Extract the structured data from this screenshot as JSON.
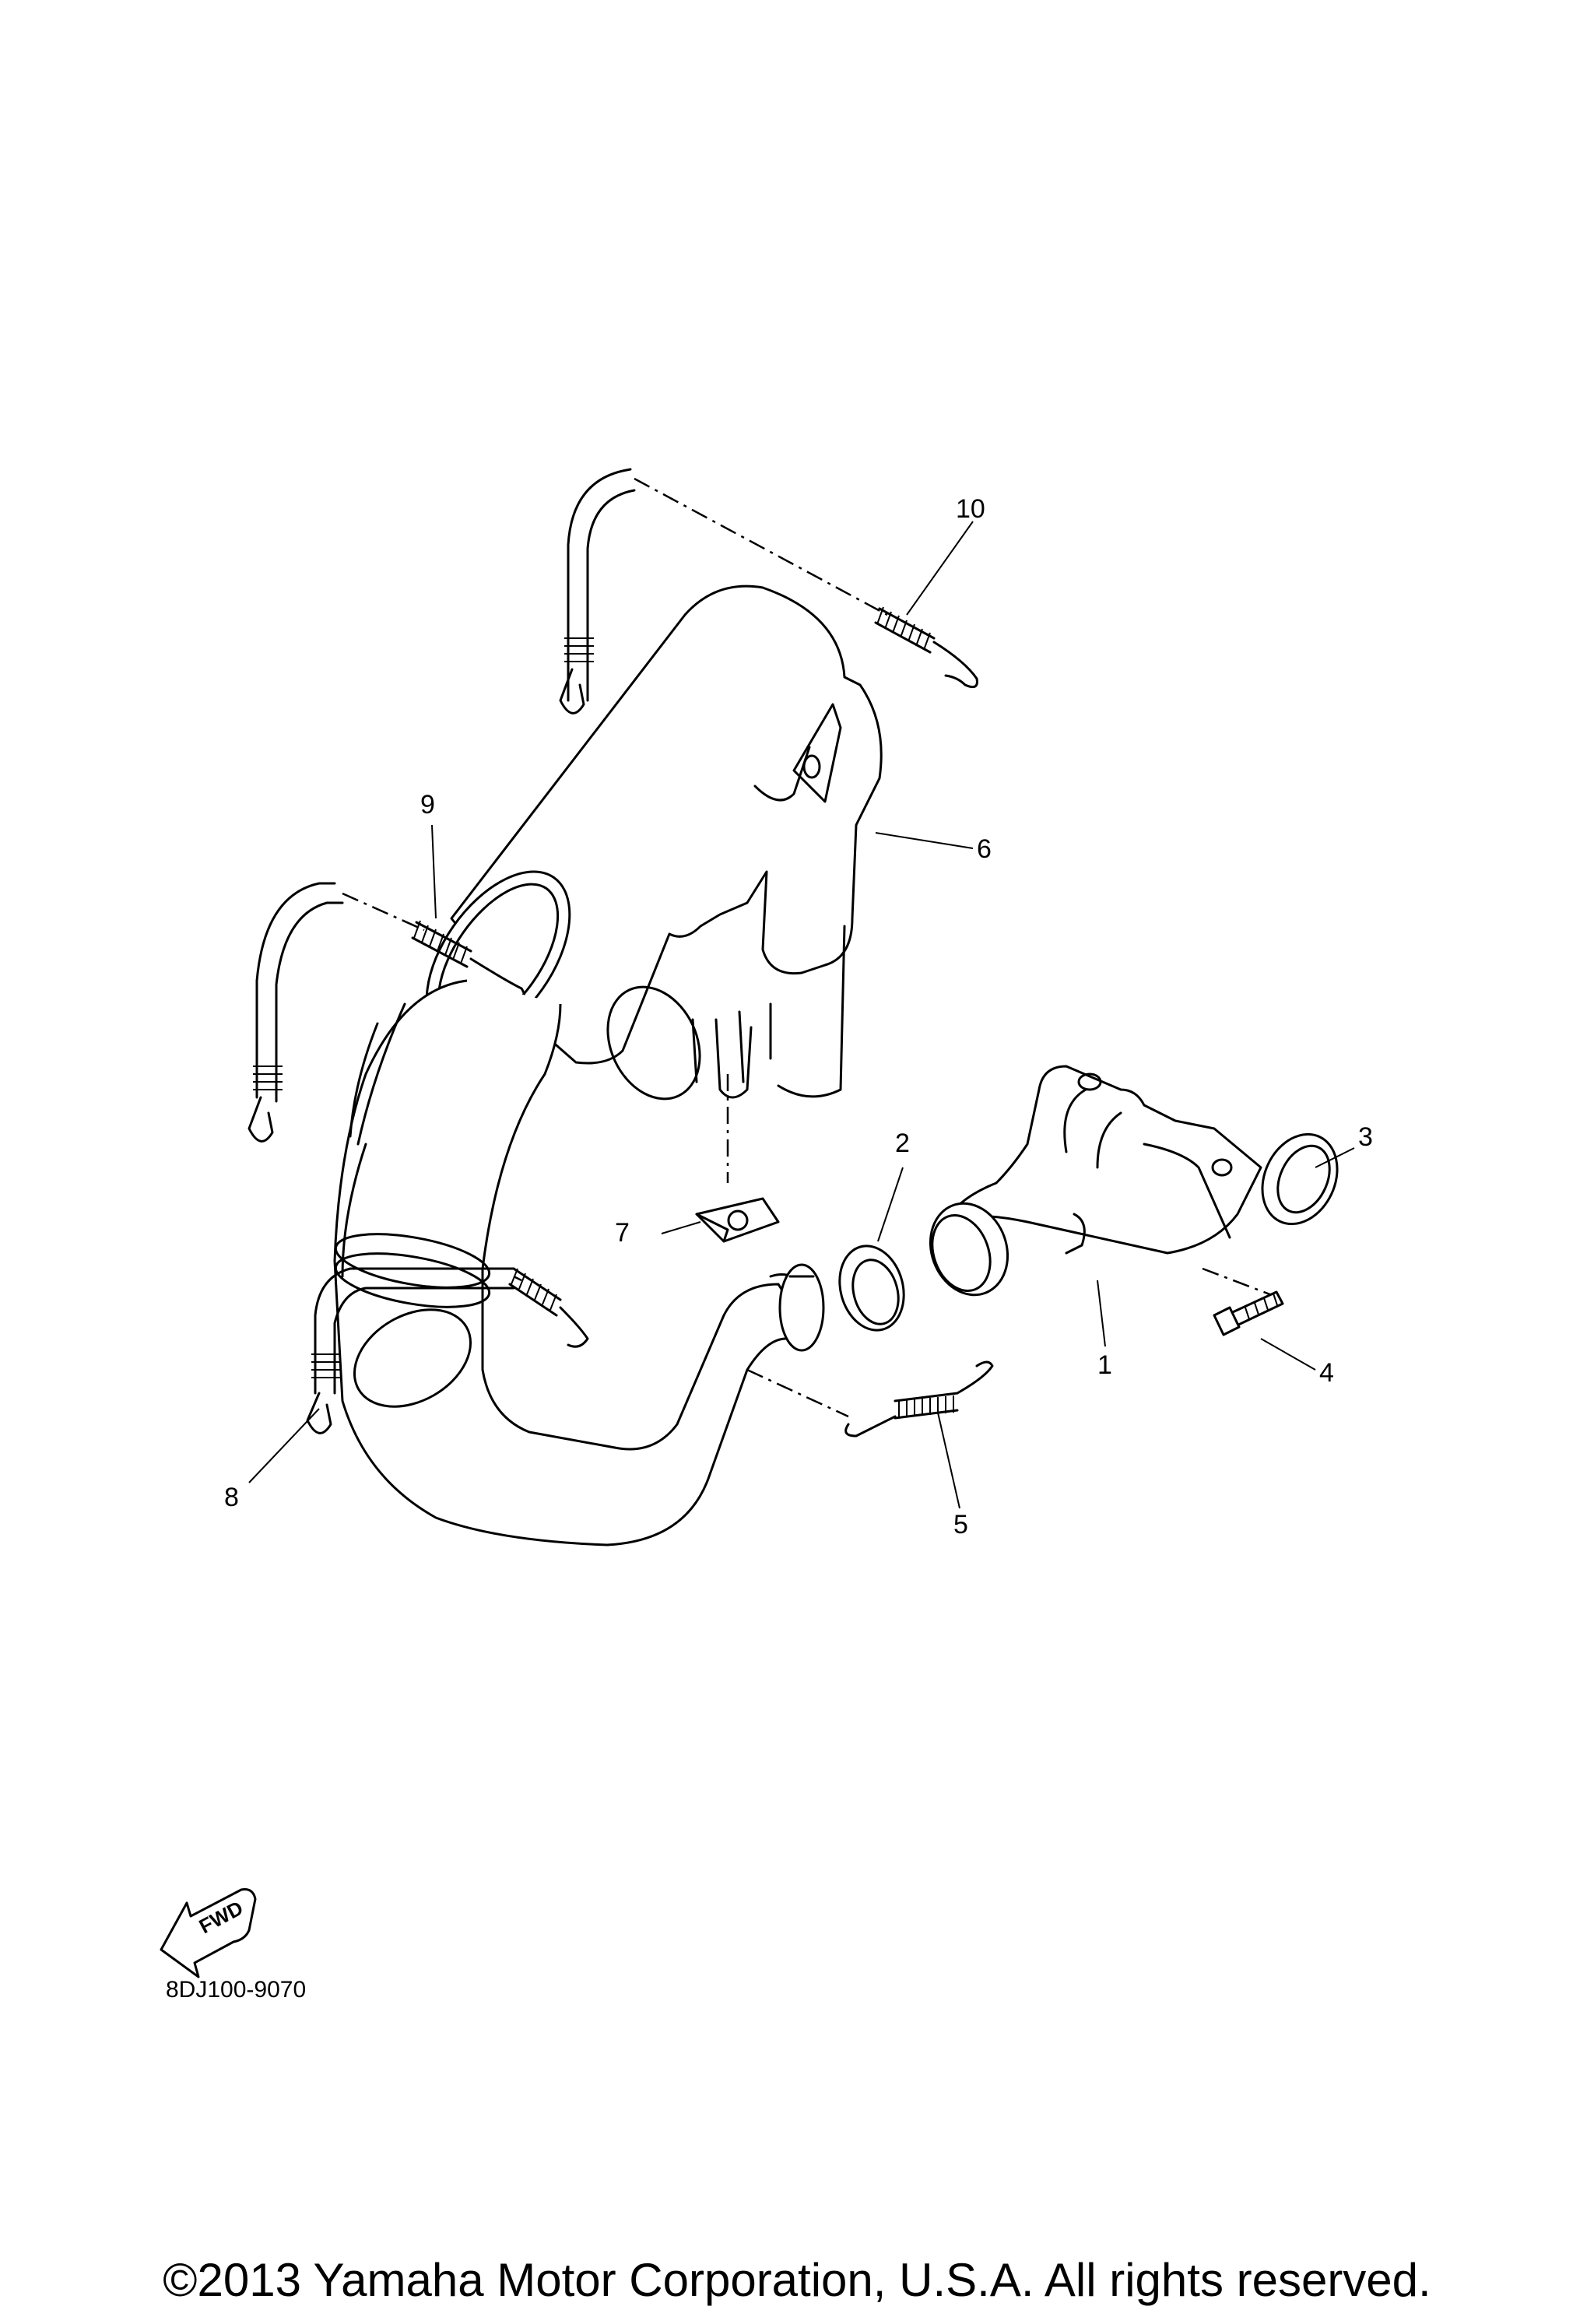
{
  "diagram": {
    "callouts": [
      "1",
      "2",
      "3",
      "4",
      "5",
      "6",
      "7",
      "8",
      "9",
      "10"
    ],
    "fwd_label": "FWD",
    "drawing_code": "8DJ100-9070",
    "copyright": "©2013 Yamaha Motor Corporation, U.S.A. All rights reserved."
  }
}
